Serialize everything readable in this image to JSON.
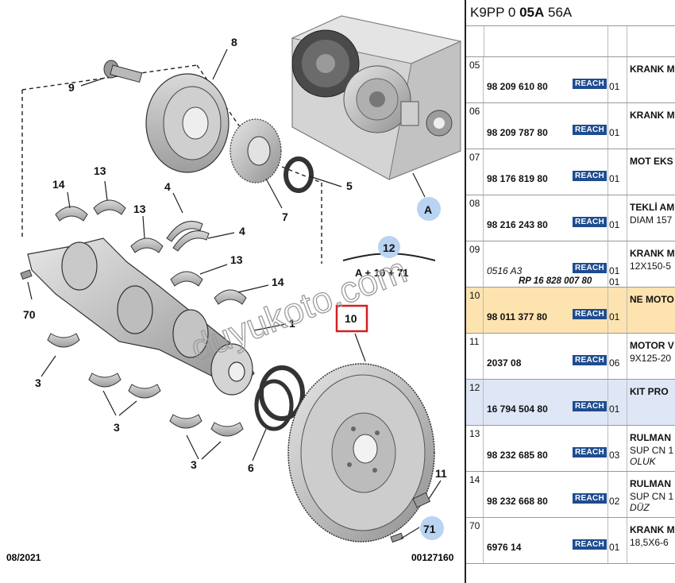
{
  "diagram": {
    "callouts": {
      "c1": "1",
      "c3a": "3",
      "c3b": "3",
      "c3c": "3",
      "c4a": "4",
      "c4b": "4",
      "c5": "5",
      "c6": "6",
      "c7": "7",
      "c8": "8",
      "c9": "9",
      "c10": "10",
      "c11": "11",
      "c12": "12",
      "c13a": "13",
      "c13b": "13",
      "c13c": "13",
      "c14a": "14",
      "c14b": "14",
      "c70": "70",
      "c71": "71",
      "cA": "A"
    },
    "kit_formula": "A + 10 + 71",
    "date": "08/2021",
    "doc_number": "00127160",
    "watermark": "duyukoto.com"
  },
  "parts_list": {
    "header_prefix": "K9PP 0 ",
    "header_bold": "05A",
    "header_suffix": " 56A",
    "badge_label": "REACH",
    "rows": [
      {
        "index": "05",
        "ref": "98 209 610 80",
        "qty": "01",
        "desc1": "KRANK M",
        "desc2": "",
        "desc3": ""
      },
      {
        "index": "06",
        "ref": "98 209 787 80",
        "qty": "01",
        "desc1": "KRANK M",
        "desc2": "",
        "desc3": ""
      },
      {
        "index": "07",
        "ref": "98 176 819 80",
        "qty": "01",
        "desc1": "MOT EKS",
        "desc2": "",
        "desc3": ""
      },
      {
        "index": "08",
        "ref": "98 216 243 80",
        "qty": "01",
        "desc1": "TEKLİ AM",
        "desc2": "DIAM 157",
        "desc3": ""
      },
      {
        "index": "09",
        "ref": "0516 A3",
        "ref2": "RP 16 828 007 80",
        "qty": "01",
        "qty2": "01",
        "desc1": "KRANK M",
        "desc2": "12X150-5",
        "desc3": ""
      },
      {
        "index": "10",
        "ref": "98 011 377 80",
        "qty": "01",
        "desc1": "NE MOTO",
        "desc2": "",
        "desc3": ""
      },
      {
        "index": "11",
        "ref": "2037 08",
        "qty": "06",
        "desc1": "MOTOR V",
        "desc2": "9X125-20",
        "desc3": ""
      },
      {
        "index": "12",
        "ref": "16 794 504 80",
        "qty": "01",
        "desc1": "KIT PRO",
        "desc2": "",
        "desc3": ""
      },
      {
        "index": "13",
        "ref": "98 232 685 80",
        "qty": "03",
        "desc1": "RULMAN",
        "desc2": "SUP CN 1",
        "desc3": "OLUK"
      },
      {
        "index": "14",
        "ref": "98 232 668 80",
        "qty": "02",
        "desc1": "RULMAN",
        "desc2": "SUP CN 1",
        "desc3": "DÜZ"
      },
      {
        "index": "70",
        "ref": "6976 14",
        "qty": "01",
        "desc1": "KRANK M",
        "desc2": "18,5X6-6",
        "desc3": ""
      }
    ]
  }
}
